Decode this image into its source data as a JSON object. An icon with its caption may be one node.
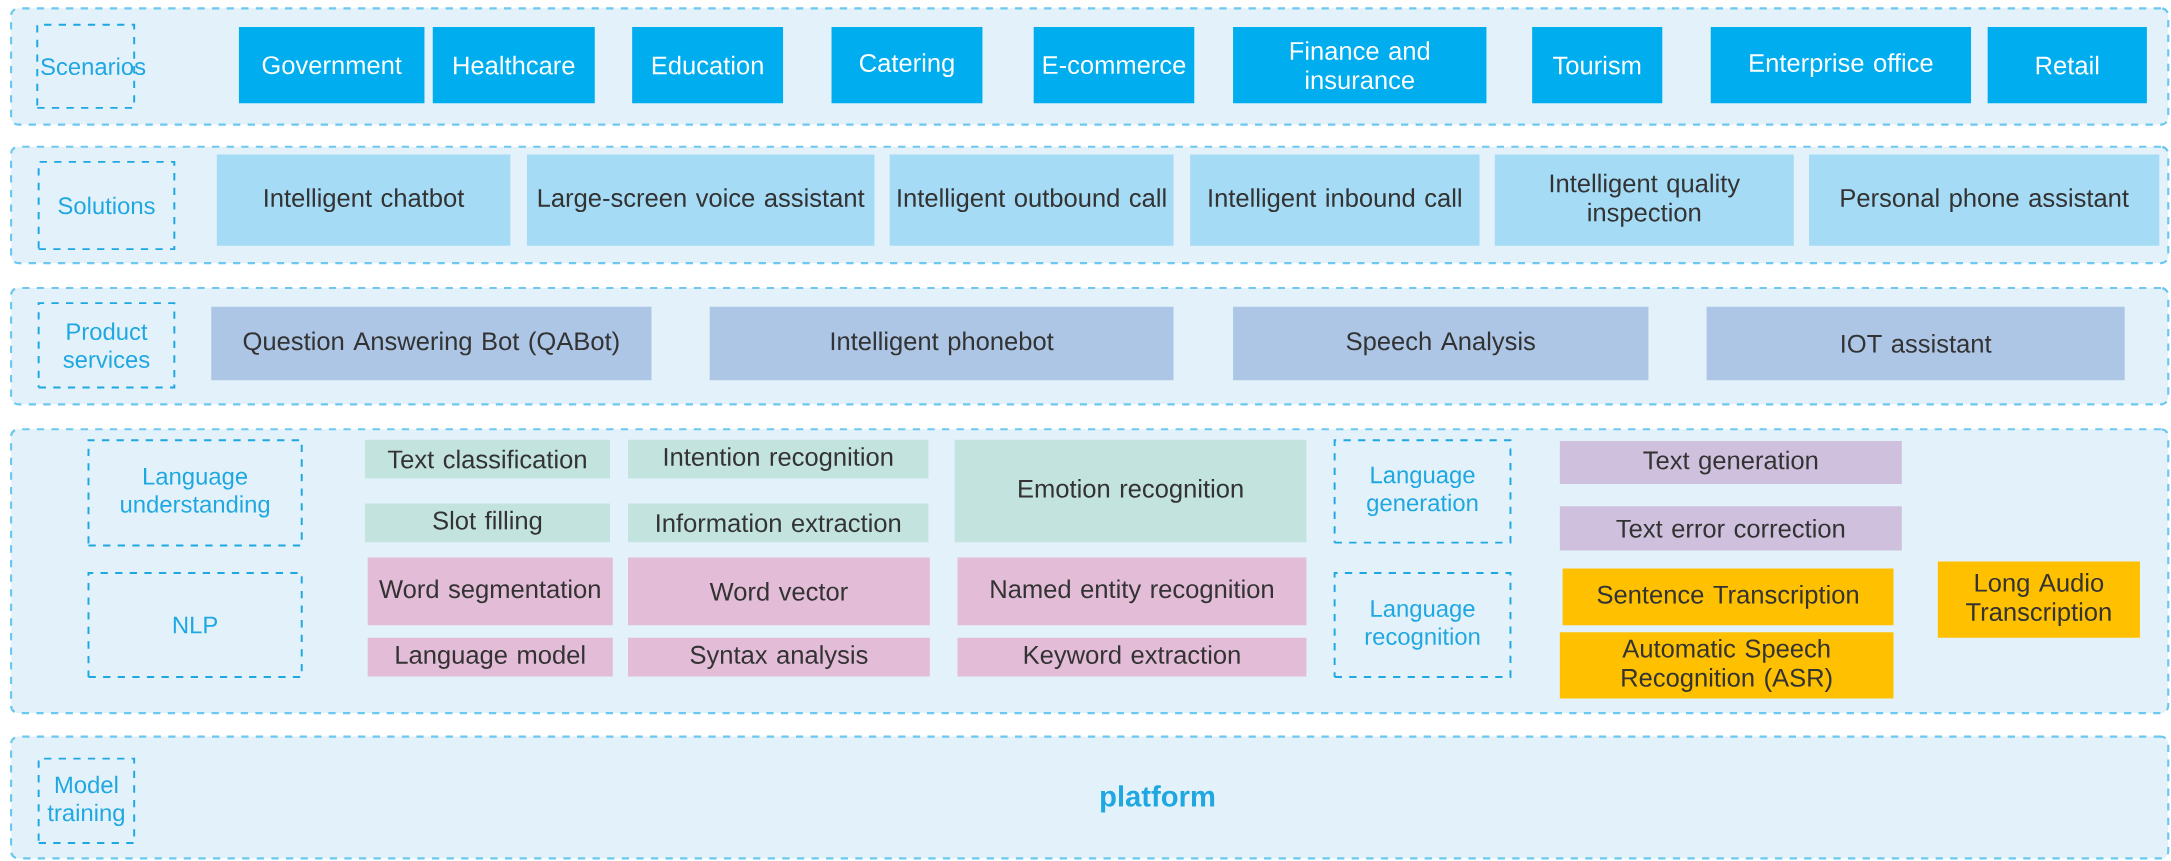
{
  "diagram": {
    "nodes": [
      {
        "text": [],
        "shape": "box"
      },
      {
        "text": [
          "Scenarios"
        ],
        "in": 0
      },
      {
        "text": [
          "Government"
        ],
        "in": 0
      },
      {
        "text": [
          "Healthcare"
        ],
        "in": 0
      },
      {
        "text": [
          "Education"
        ],
        "in": 0
      },
      {
        "text": [
          "Catering"
        ],
        "in": 0
      },
      {
        "text": [
          "E-commerce"
        ],
        "in": 0
      },
      {
        "text": [
          "Finance and insurance"
        ],
        "in": 0
      },
      {
        "text": [
          "Tourism"
        ],
        "in": 0
      },
      {
        "text": [
          "Enterprise office"
        ],
        "in": 0
      },
      {
        "text": [
          "Retail"
        ],
        "in": 0
      },
      {
        "text": [],
        "shape": "box"
      },
      {
        "text": [
          "Solutions"
        ],
        "in": 11
      },
      {
        "text": [
          "Intelligent chatbot"
        ],
        "in": 11
      },
      {
        "text": [
          "Large-screen voice assistant"
        ],
        "in": 11
      },
      {
        "text": [
          "Intelligent outbound call"
        ],
        "in": 11
      },
      {
        "text": [
          "Intelligent inbound call"
        ],
        "in": 11
      },
      {
        "text": [
          "Intelligent quality inspection"
        ],
        "in": 11
      },
      {
        "text": [
          "Personal phone assistant"
        ],
        "in": 11
      },
      {
        "text": [],
        "shape": "box"
      },
      {
        "text": [
          "Product services"
        ],
        "in": 19
      },
      {
        "text": [
          "Question Answering Bot (QABot)"
        ],
        "in": 19
      },
      {
        "text": [
          "Intelligent phonebot"
        ],
        "in": 19
      },
      {
        "text": [
          "Speech Analysis"
        ],
        "in": 19
      },
      {
        "text": [
          "IOT assistant"
        ],
        "in": 19
      },
      {
        "text": [],
        "shape": "box"
      },
      {
        "text": [
          "Language understanding"
        ],
        "in": 25
      },
      {
        "text": [
          "Text classification"
        ],
        "in": 25
      },
      {
        "text": [
          "Intention recognition"
        ],
        "in": 25
      },
      {
        "text": [
          "Emotion recognition"
        ],
        "in": 25
      },
      {
        "text": [
          "Language generation"
        ],
        "in": 25
      },
      {
        "text": [
          "Text generation"
        ],
        "in": 25
      },
      {
        "text": [
          "Slot filling"
        ],
        "in": 25
      },
      {
        "text": [
          "Information extraction"
        ],
        "in": 25
      },
      {
        "text": [
          "Text error correction"
        ],
        "in": 25
      },
      {
        "text": [
          "NLP"
        ],
        "in": 25
      },
      {
        "text": [
          "Word segmentation"
        ],
        "in": 25
      },
      {
        "text": [
          "Word vector"
        ],
        "in": 25
      },
      {
        "text": [
          "Named entity recognition"
        ],
        "in": 25
      },
      {
        "text": [
          "Language recognition"
        ],
        "in": 25
      },
      {
        "text": [
          "Sentence Transcription"
        ],
        "in": 25
      },
      {
        "text": [
          "Long Audio Transcription"
        ],
        "in": 25
      },
      {
        "text": [
          "Language model"
        ],
        "in": 25
      },
      {
        "text": [
          "Syntax analysis"
        ],
        "in": 25
      },
      {
        "text": [
          "Keyword extraction"
        ],
        "in": 25
      },
      {
        "text": [
          "Automatic Speech Recognition (ASR)"
        ],
        "in": 25
      },
      {
        "text": [
          "platform"
        ]
      },
      {
        "text": [
          "Model training"
        ],
        "in": 46
      }
    ]
  }
}
